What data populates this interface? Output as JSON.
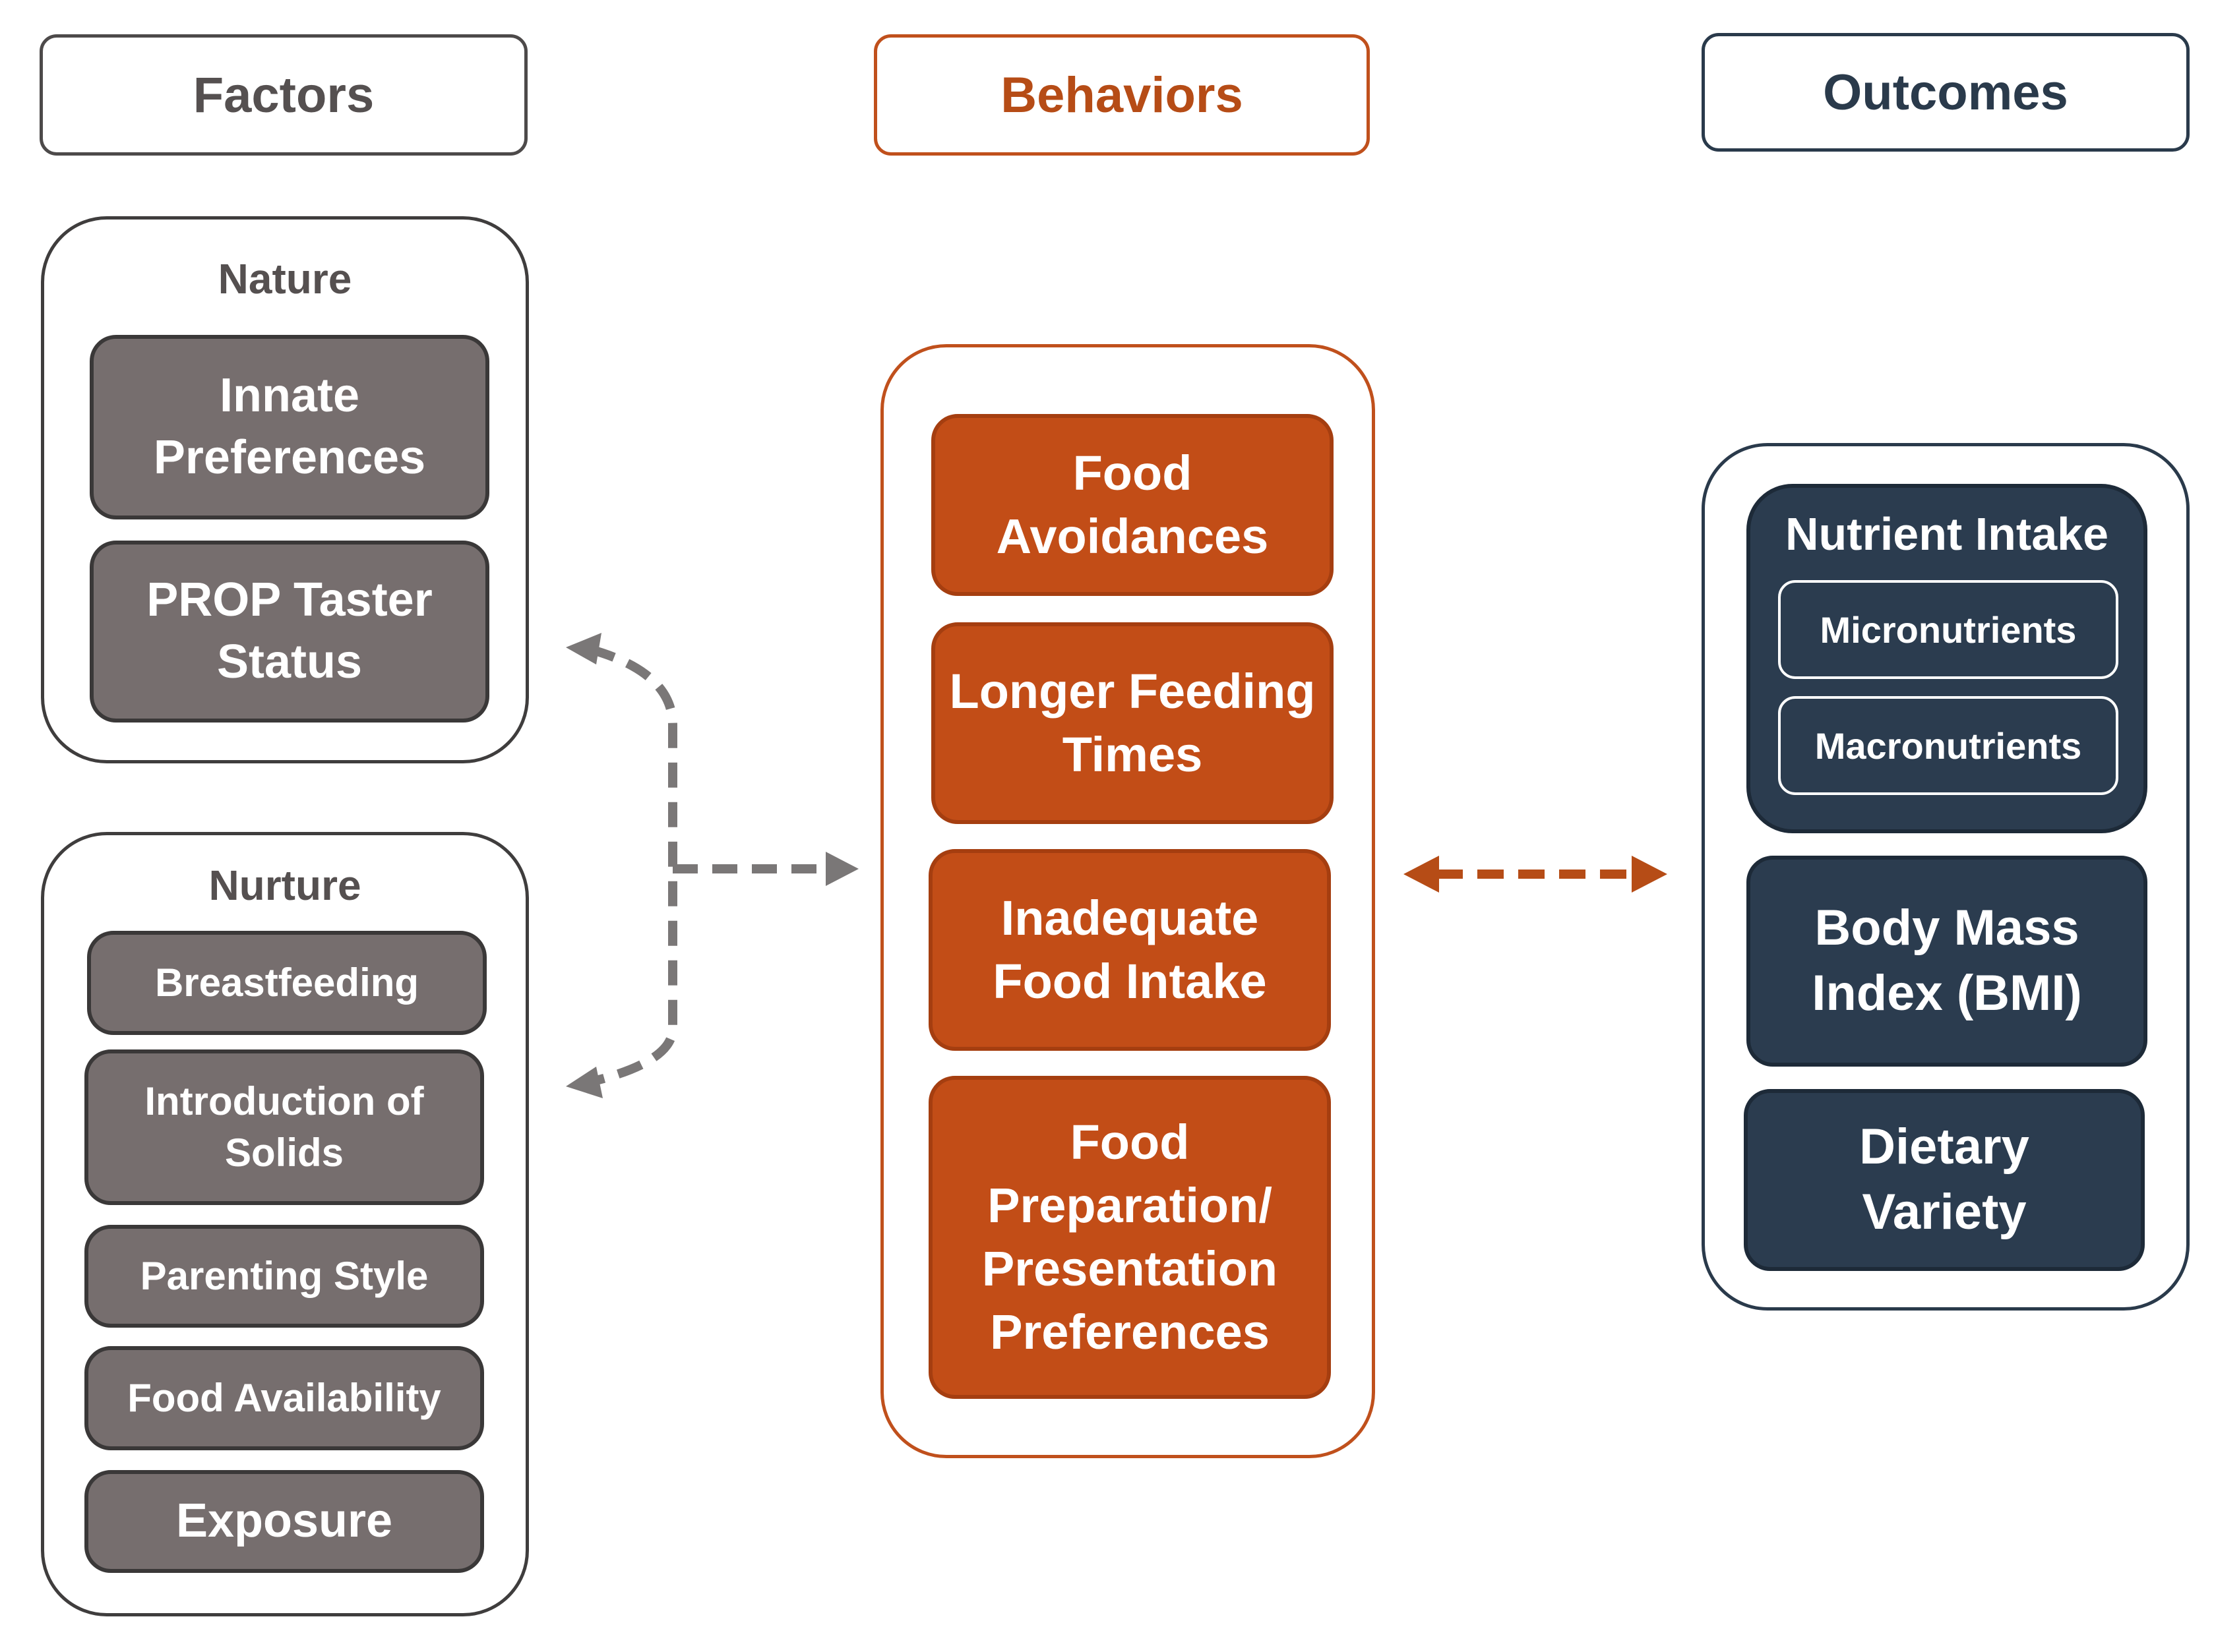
{
  "headers": {
    "factors": "Factors",
    "behaviors": "Behaviors",
    "outcomes": "Outcomes"
  },
  "factors": {
    "nature": {
      "title": "Nature",
      "items": [
        "Innate Preferences",
        "PROP Taster Status"
      ]
    },
    "nurture": {
      "title": "Nurture",
      "items": [
        "Breastfeeding",
        "Introduction of Solids",
        "Parenting Style",
        "Food Availability",
        "Exposure"
      ]
    }
  },
  "behaviors": {
    "items": [
      "Food Avoidances",
      "Longer Feeding Times",
      "Inadequate Food Intake",
      "Food Preparation/ Presentation Preferences"
    ]
  },
  "outcomes": {
    "nutrient_intake": {
      "title": "Nutrient Intake",
      "items": [
        "Micronutrients",
        "Macronutrients"
      ]
    },
    "items": [
      "Body Mass Index (BMI)",
      "Dietary Variety"
    ]
  },
  "colors": {
    "factors_gray": "#766e6e",
    "behaviors_orange": "#c24d17",
    "outcomes_navy": "#2b3c4f",
    "arrow_gray": "#7a7777",
    "arrow_orange": "#b64c16"
  }
}
